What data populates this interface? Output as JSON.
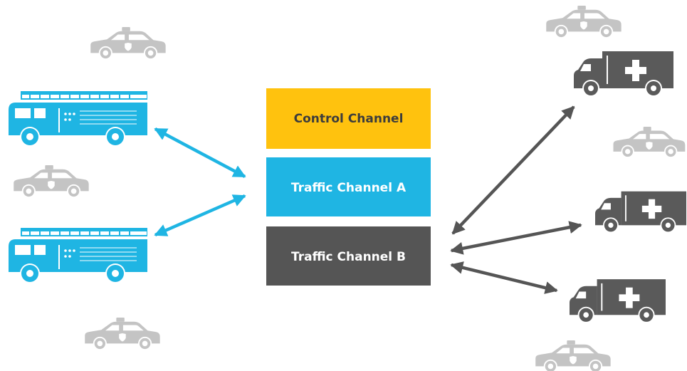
{
  "channels": [
    {
      "label": "Control Channel",
      "fill": "#FFC20E",
      "text_color": "#3c3c3c"
    },
    {
      "label": "Traffic Channel A",
      "fill": "#1FB5E3",
      "text_color": "#ffffff"
    },
    {
      "label": "Traffic Channel B",
      "fill": "#555555",
      "text_color": "#ffffff"
    }
  ],
  "colors": {
    "fire_truck": "#1FB5E3",
    "ambulance": "#5a5a5a",
    "police_car": "#c4c4c4",
    "arrow_blue": "#1FB5E3",
    "arrow_dark": "#555555"
  },
  "icons": [
    "fire-truck-icon",
    "ambulance-icon",
    "police-car-icon",
    "double-arrow"
  ]
}
